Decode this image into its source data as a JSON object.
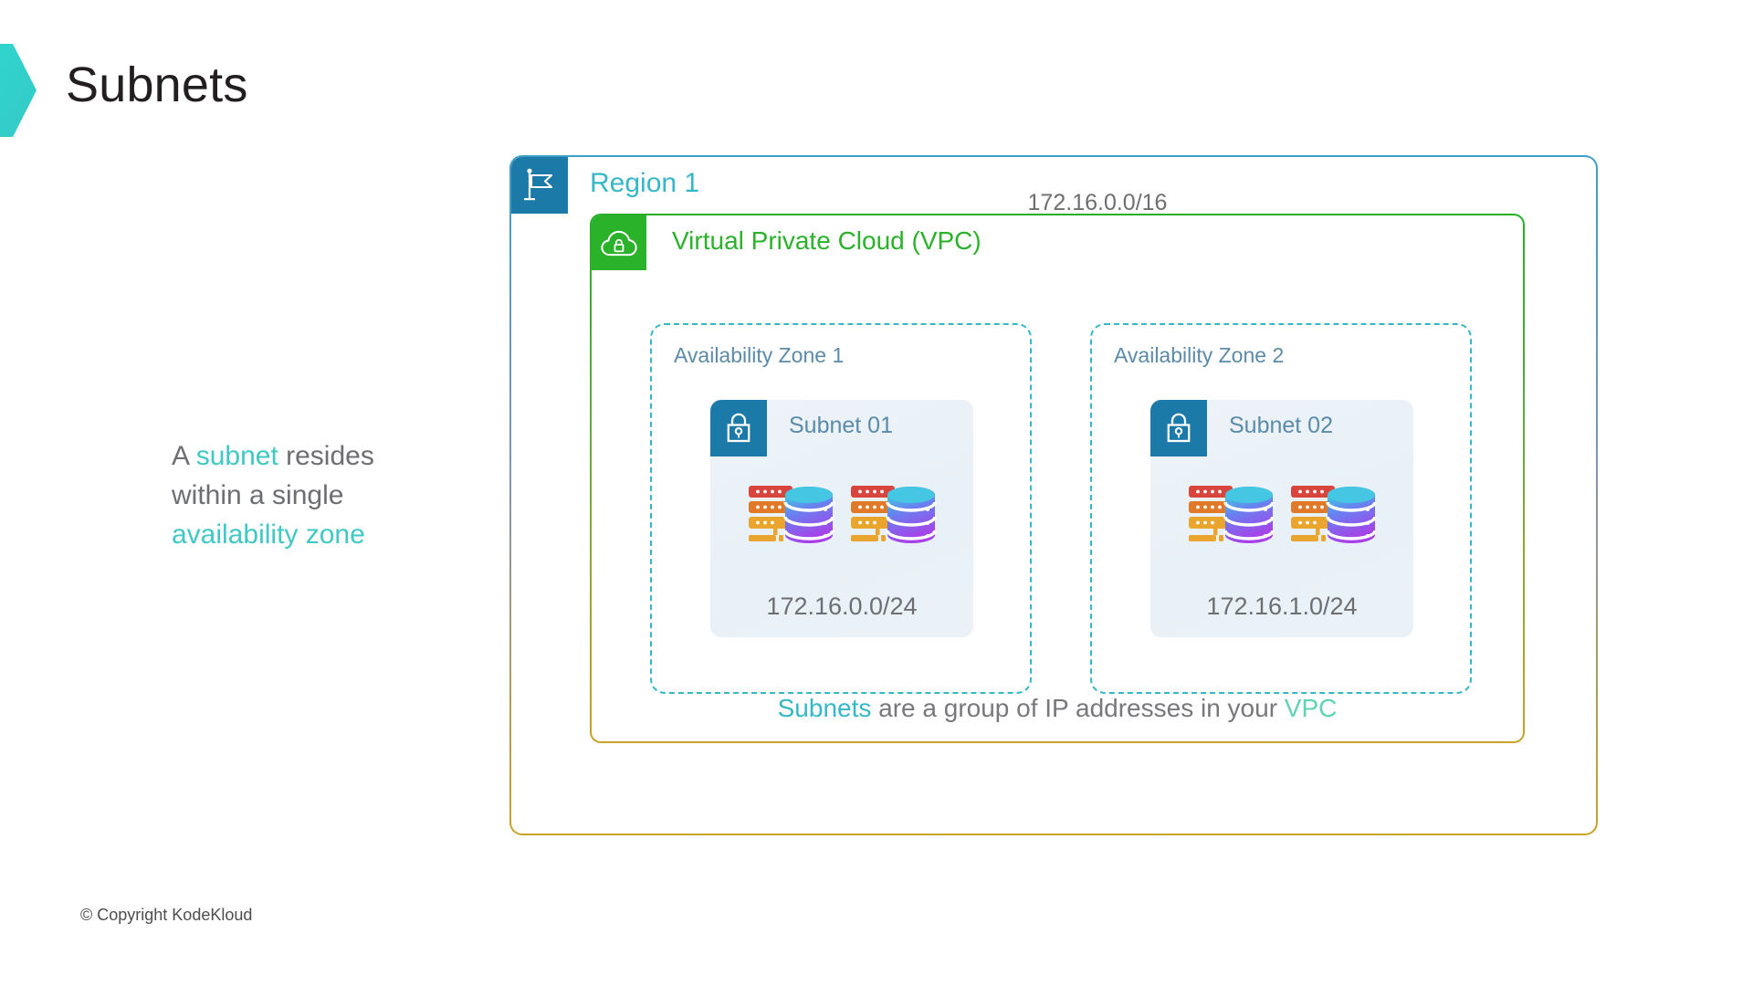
{
  "slide": {
    "title": "Subnets",
    "copyright": "© Copyright KodeKloud",
    "accent_color": "#3fc8c4"
  },
  "left_note": {
    "part1": "A ",
    "highlight1": "subnet",
    "part2": " resides within a single ",
    "highlight2": "availability zone"
  },
  "region": {
    "label": "Region 1",
    "icon": "flag-icon",
    "cidr": "172.16.0.0/16",
    "badge_color": "#1c7aa8",
    "title_color": "#35b7c8"
  },
  "vpc": {
    "label": "Virtual Private Cloud (VPC)",
    "icon": "cloud-lock-icon",
    "badge_color": "#2bb22b",
    "title_color": "#2bb22b",
    "caption": {
      "highlight1": "Subnets",
      "middle": " are a group of IP addresses in your ",
      "highlight2": "VPC"
    }
  },
  "availability_zones": [
    {
      "label": "Availability Zone 1",
      "subnet": {
        "name": "Subnet 01",
        "icon": "lock-icon",
        "cidr": "172.16.0.0/24",
        "server_count": 2
      }
    },
    {
      "label": "Availability Zone 2",
      "subnet": {
        "name": "Subnet 02",
        "icon": "lock-icon",
        "cidr": "172.16.1.0/24",
        "server_count": 2
      }
    }
  ]
}
